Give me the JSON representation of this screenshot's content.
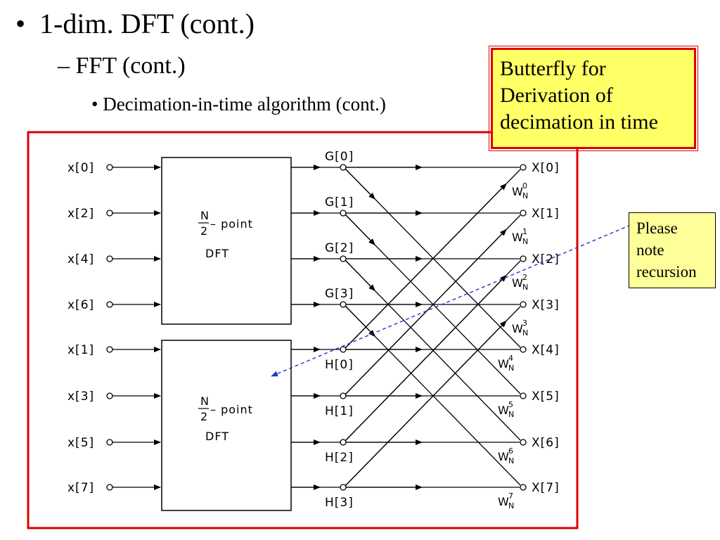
{
  "bullets": {
    "level1": "1-dim. DFT (cont.)",
    "level2": "FFT (cont.)",
    "level3": "Decimation-in-time algorithm (cont.)",
    "marker1": "•",
    "marker2": "–",
    "marker3": "•"
  },
  "callouts": {
    "butterfly_lines": [
      "Butterfly for",
      "Derivation of",
      "decimation in time"
    ],
    "recursion_lines": [
      "Please",
      "note",
      "recursion"
    ]
  },
  "diagram": {
    "top_inputs": [
      "x[0]",
      "x[2]",
      "x[4]",
      "x[6]"
    ],
    "bottom_inputs": [
      "x[1]",
      "x[3]",
      "x[5]",
      "x[7]"
    ],
    "g_labels": [
      "G[0]",
      "G[1]",
      "G[2]",
      "G[3]"
    ],
    "h_labels": [
      "H[0]",
      "H[1]",
      "H[2]",
      "H[3]"
    ],
    "outputs": [
      "X[0]",
      "X[1]",
      "X[2]",
      "X[3]",
      "X[4]",
      "X[5]",
      "X[6]",
      "X[7]"
    ],
    "twiddle_base": "W",
    "twiddle_sub": "N",
    "twiddle_powers": [
      "0",
      "1",
      "2",
      "3",
      "4",
      "5",
      "6",
      "7"
    ],
    "box_top": {
      "frac_num": "N",
      "frac_den": "2",
      "line1": "– point",
      "line2": "DFT"
    },
    "box_bottom": {
      "frac_num": "N",
      "frac_den": "2",
      "line1": "– point",
      "line2": "DFT"
    }
  },
  "colors": {
    "frame": "#e00000",
    "callout_fill": "#ffff66",
    "recursion_fill": "#ffff99",
    "arrow_dashed": "#2233cc"
  }
}
